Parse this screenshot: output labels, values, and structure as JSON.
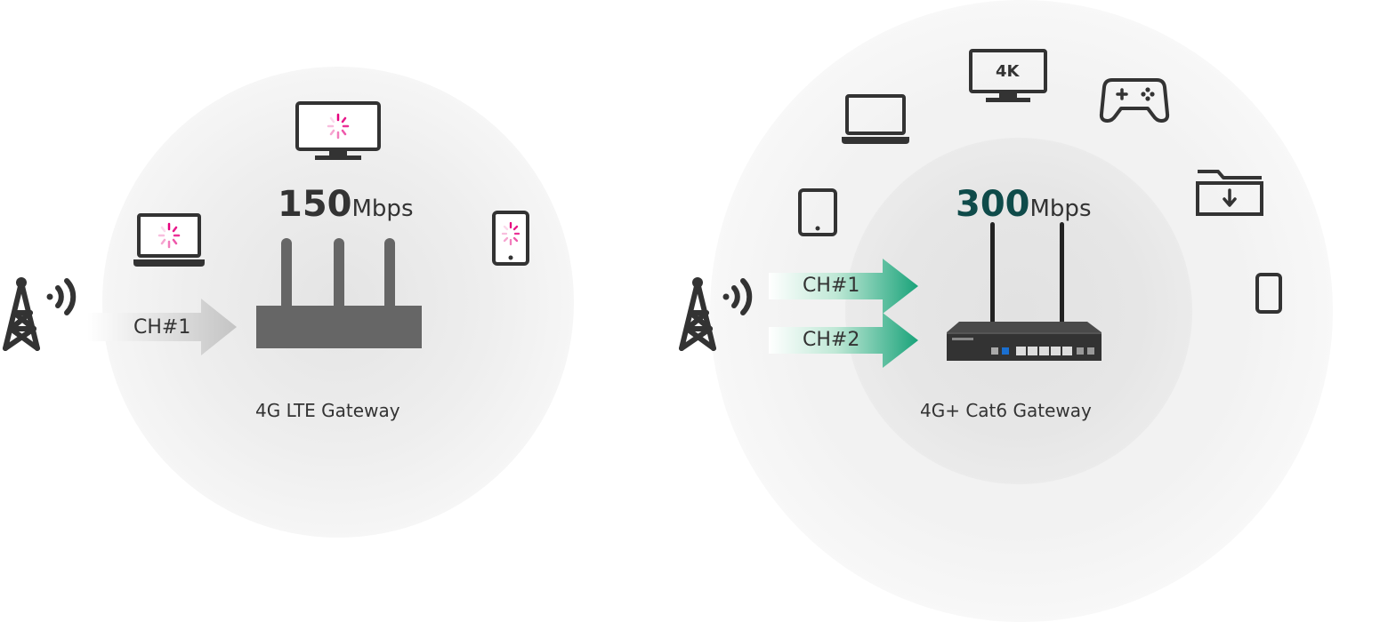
{
  "left": {
    "speed_value": "150",
    "speed_unit": "Mbps",
    "caption": "4G LTE Gateway",
    "channels": [
      "CH#1"
    ],
    "icons": [
      "cell-tower-icon",
      "monitor-icon",
      "laptop-icon",
      "tablet-icon",
      "loading-spinner-icon",
      "router-icon"
    ]
  },
  "right": {
    "speed_value": "300",
    "speed_unit": "Mbps",
    "caption": "4G+ Cat6 Gateway",
    "channels": [
      "CH#1",
      "CH#2"
    ],
    "icons": [
      "cell-tower-icon",
      "laptop-icon",
      "4k-tv-icon",
      "gamepad-icon",
      "tablet-icon",
      "download-folder-icon",
      "phone-icon",
      "gateway-icon"
    ],
    "tv_label": "4K"
  },
  "colors": {
    "accent_green": "#1aa37a",
    "speed_dark_teal": "#0f4b4a",
    "spinner_pink": "#e6007e",
    "icon_dark": "#333333",
    "dome": "#eeeeee"
  }
}
